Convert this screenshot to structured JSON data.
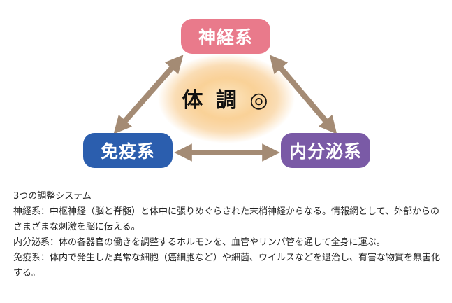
{
  "diagram": {
    "nodes": {
      "nerve": "神経系",
      "immune": "免疫系",
      "endocrine": "内分泌系"
    },
    "center": "体 調 ◎",
    "colors": {
      "nerve": "#e97a8b",
      "immune": "#2b5eae",
      "endocrine": "#7a5aa6",
      "arrow": "#a48b74",
      "glow": "#f7c27a"
    }
  },
  "caption": {
    "title": "3つの調整システム",
    "lines": [
      "神経系：中枢神経（脳と脊髄）と体中に張りめぐらされた末梢神経からなる。情報網として、外部からのさまざまな刺激を脳に伝える。",
      "内分泌系：体の各器官の働きを調整するホルモンを、血管やリンパ管を通して全身に運ぶ。",
      "免疫系：体内で発生した異常な細胞（癌細胞など）や細菌、ウイルスなどを退治し、有害な物質を無害化する。"
    ]
  }
}
